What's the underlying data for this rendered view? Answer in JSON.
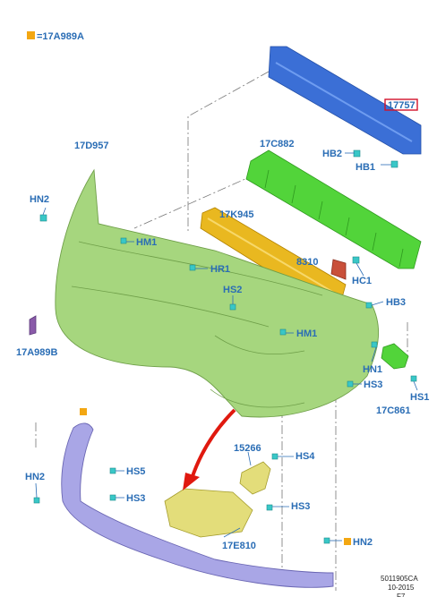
{
  "legend": {
    "marker_color": "#f3a712",
    "text": "=17A989A"
  },
  "parts": {
    "reinforcement": "17757",
    "absorber_upper": "17C882",
    "absorber_lower": "17K945",
    "bumper_cover": "17D957",
    "bracket": "8310",
    "grille_bracket": "17C861",
    "insert": "17E810",
    "lower_panel_marker": "17A989B",
    "reinforcement_bracket": "15266"
  },
  "fasteners": {
    "hb2": "HB2",
    "hb1": "HB1",
    "hb3": "HB3",
    "hc1": "HC1",
    "hn2_top": "HN2",
    "hm1_a": "HM1",
    "hr1": "HR1",
    "hs2": "HS2",
    "hm1_b": "HM1",
    "hn1": "HN1",
    "hs3_right": "HS3",
    "hs1": "HS1",
    "hs4": "HS4",
    "hs3_mid": "HS3",
    "hs5": "HS5",
    "hs3_left": "HS3",
    "hn2_left": "HN2",
    "hn2_bottom": "HN2"
  },
  "footer": {
    "code": "5011905CA",
    "date": "10-2015",
    "page": "F7"
  },
  "colors": {
    "reinforcement": "#3b6fd6",
    "absorber_upper": "#52d43a",
    "absorber_lower": "#e9b820",
    "bumper_cover": "#a6d67e",
    "lower_panel": "#a9a6e6",
    "clip": "#39c7c7",
    "arrow": "#e0190f",
    "bracket": "#c9503a",
    "insert": "#e3dd7a",
    "highlight_box": "#d3122a"
  }
}
